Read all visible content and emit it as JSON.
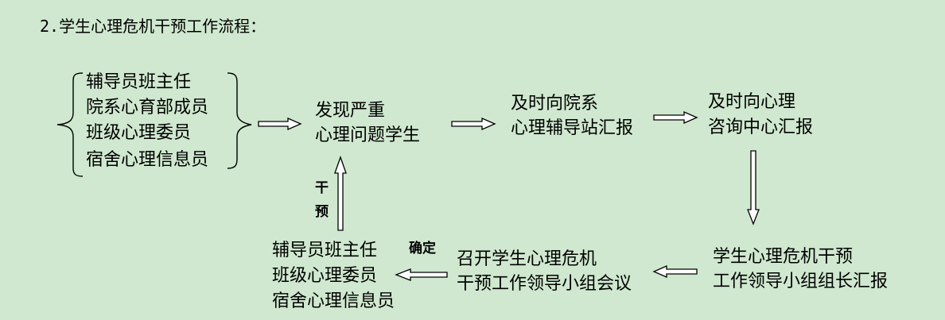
{
  "title": "2.学生心理危机干预工作流程：",
  "sources": [
    "辅导员班主任",
    "院系心育部成员",
    "班级心理委员",
    "宿舍心理信息员"
  ],
  "discover": [
    "发现严重",
    "心理问题学生"
  ],
  "report_college": [
    "及时向院系",
    "心理辅导站汇报"
  ],
  "report_center": [
    "及时向心理",
    "咨询中心汇报"
  ],
  "report_leader": [
    "学生心理危机干预",
    "工作领导小组组长汇报"
  ],
  "meeting": [
    "召开学生心理危机",
    "干预工作领导小组会议"
  ],
  "executors": [
    "辅导员班主任",
    "班级心理委员",
    "宿舍心理信息员"
  ],
  "label_intervene": [
    "干",
    "预"
  ],
  "label_confirm": "确定"
}
